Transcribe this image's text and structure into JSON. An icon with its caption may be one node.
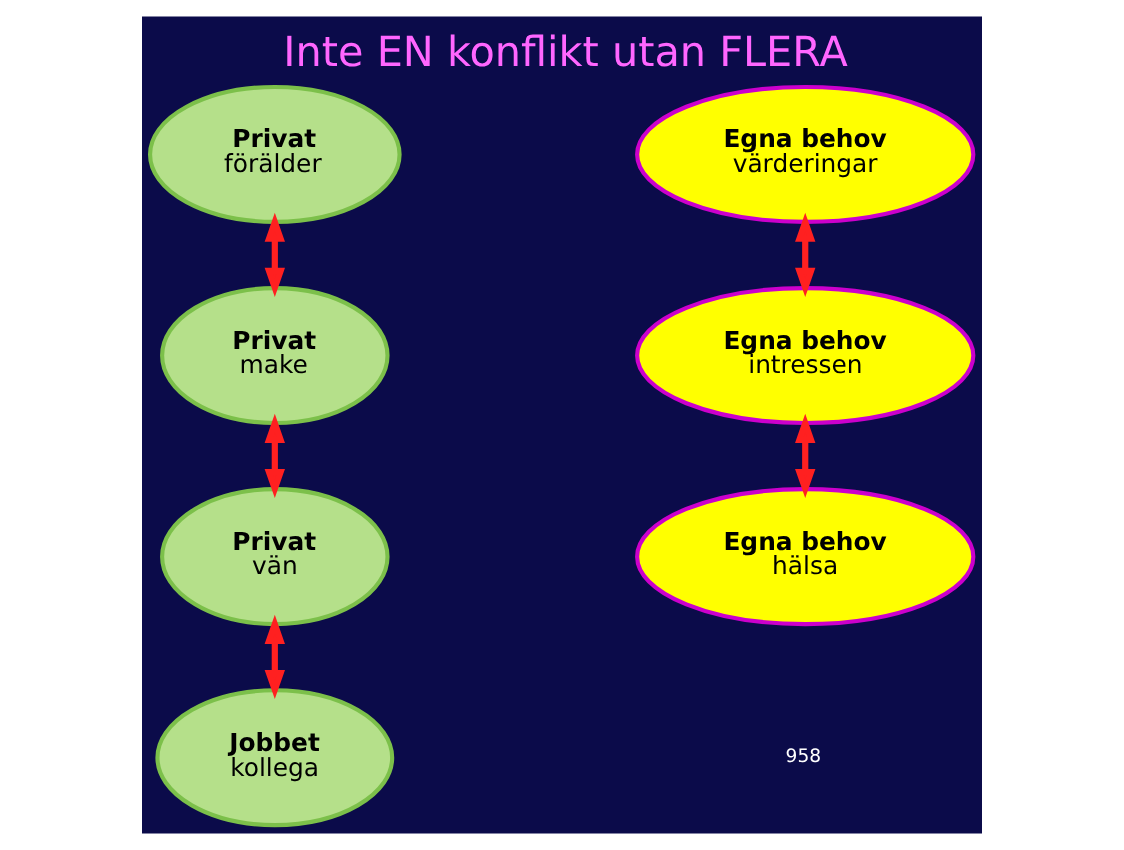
{
  "diagram": {
    "title": "Inte EN konflikt utan FLERA",
    "nodes": [
      {
        "text": [
          "Privat",
          "förälder"
        ]
      },
      {
        "text": [
          "Privat",
          "make"
        ]
      },
      {
        "text": [
          "Privat",
          "vän"
        ]
      },
      {
        "text": [
          "Jobbet",
          "kollega"
        ]
      },
      {
        "text": [
          "Egna behov",
          "värderingar"
        ]
      },
      {
        "text": [
          "Egna behov",
          "intressen"
        ]
      },
      {
        "text": [
          "Egna behov",
          "hälsa"
        ]
      }
    ],
    "edges": [
      {
        "from": 0,
        "to": 1,
        "arrow": "both"
      },
      {
        "from": 1,
        "to": 2,
        "arrow": "both"
      },
      {
        "from": 2,
        "to": 3,
        "arrow": "both"
      },
      {
        "from": 4,
        "to": 5,
        "arrow": "both"
      },
      {
        "from": 5,
        "to": 6,
        "arrow": "both"
      }
    ],
    "labels": [
      "958"
    ]
  }
}
